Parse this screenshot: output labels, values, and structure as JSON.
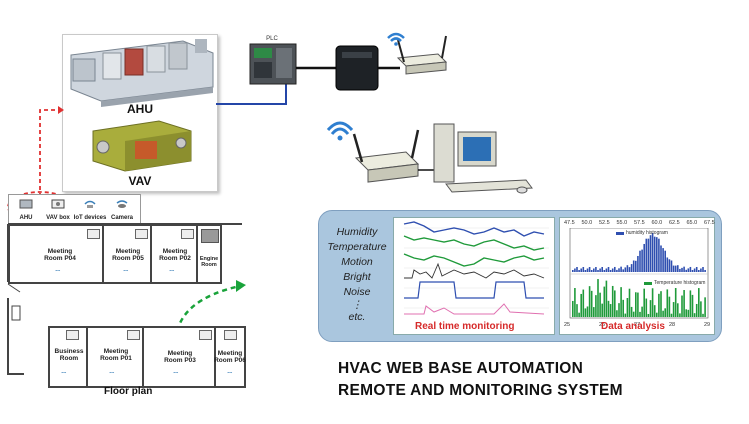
{
  "equipment": {
    "ahu_label": "AHU",
    "vav_label": "VAV"
  },
  "network": {
    "plc_label": "PLC"
  },
  "legend": [
    {
      "label": "AHU",
      "icon": "ahu-icon"
    },
    {
      "label": "VAV box",
      "icon": "vav-icon"
    },
    {
      "label": "IoT devices",
      "icon": "iot-icon"
    },
    {
      "label": "Camera",
      "icon": "camera-icon"
    }
  ],
  "floor_plan": {
    "caption": "Floor plan",
    "rooms_top": [
      {
        "name": "Meeting\nRoom P04"
      },
      {
        "name": "Meeting\nRoom P05"
      },
      {
        "name": "Meeting\nRoom P02"
      },
      {
        "name": "Engine\nRoom"
      }
    ],
    "rooms_bottom": [
      {
        "name": "Business\nRoom"
      },
      {
        "name": "Meeting\nRoom P01"
      },
      {
        "name": "Meeting\nRoom P03"
      },
      {
        "name": "Meeting\nRoom P06"
      }
    ]
  },
  "sensors": [
    "Humidity",
    "Temperature",
    "Motion",
    "Bright",
    "Noise",
    "⋮",
    "etc."
  ],
  "captions": {
    "realtime": "Real time monitoring",
    "analysis": "Data analysis"
  },
  "histogram": {
    "top_ticks": [
      "47.5",
      "50.0",
      "52.5",
      "55.0",
      "57.5",
      "60.0",
      "62.5",
      "65.0",
      "67.5"
    ],
    "bottom_ticks": [
      "25",
      "26",
      "27",
      "28",
      "29"
    ],
    "legend_humidity": "humidity histogram",
    "legend_temperature": "Temperature histogram"
  },
  "title": {
    "line1": "HVAC  WEB BASE AUTOMATION",
    "line2": "REMOTE  AND MONITORING SYSTEM"
  },
  "colors": {
    "panel": "#aac6de",
    "red": "#d62a2a",
    "blue_line": "#2f4fb0",
    "green_line": "#1f9a3a",
    "wifi": "#2f7fd0"
  }
}
